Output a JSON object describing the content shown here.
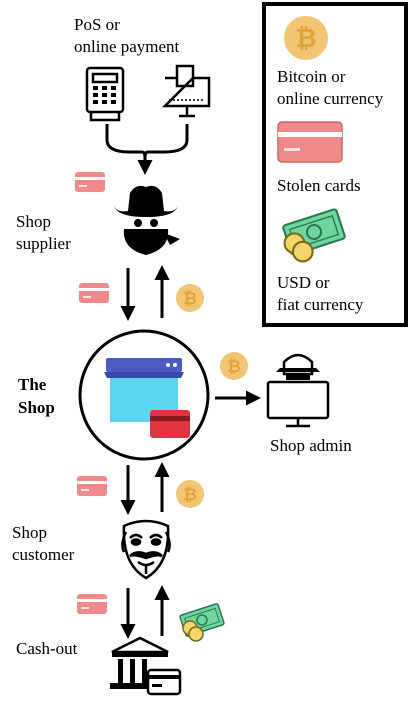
{
  "flow": {
    "payment_sources": [
      "PoS or",
      "online payment"
    ],
    "supplier": [
      "Shop",
      "supplier"
    ],
    "shop": [
      "The",
      "Shop"
    ],
    "admin": "Shop admin",
    "customer": [
      "Shop",
      "customer"
    ],
    "cashout": "Cash-out"
  },
  "legend": {
    "bitcoin": [
      "Bitcoin or",
      "online currency"
    ],
    "cards": "Stolen cards",
    "fiat": [
      "USD or",
      "fiat currency"
    ]
  },
  "icons": {
    "pos_terminal": "pos-terminal-icon",
    "cash_register": "cash-register-icon",
    "supplier": "cowboy-bandit-icon",
    "shop": "online-shop-icon",
    "admin": "hacker-computer-icon",
    "customer": "guy-fawkes-mask-icon",
    "cashout": "bank-icon",
    "bitcoin": "bitcoin-coin-icon",
    "card": "credit-card-icon",
    "fiat": "cash-money-icon"
  },
  "colors": {
    "bitcoin_fill": "#f2c572",
    "bitcoin_symbol": "#e0a53a",
    "card_fill": "#f08a8a",
    "card_stripe": "#ffffff",
    "shop_top": "#4a5bc4",
    "shop_body": "#5ad6f0",
    "shop_card": "#e0353f",
    "money_fill": "#6fd6a0",
    "coin_fill": "#f2d56b"
  }
}
